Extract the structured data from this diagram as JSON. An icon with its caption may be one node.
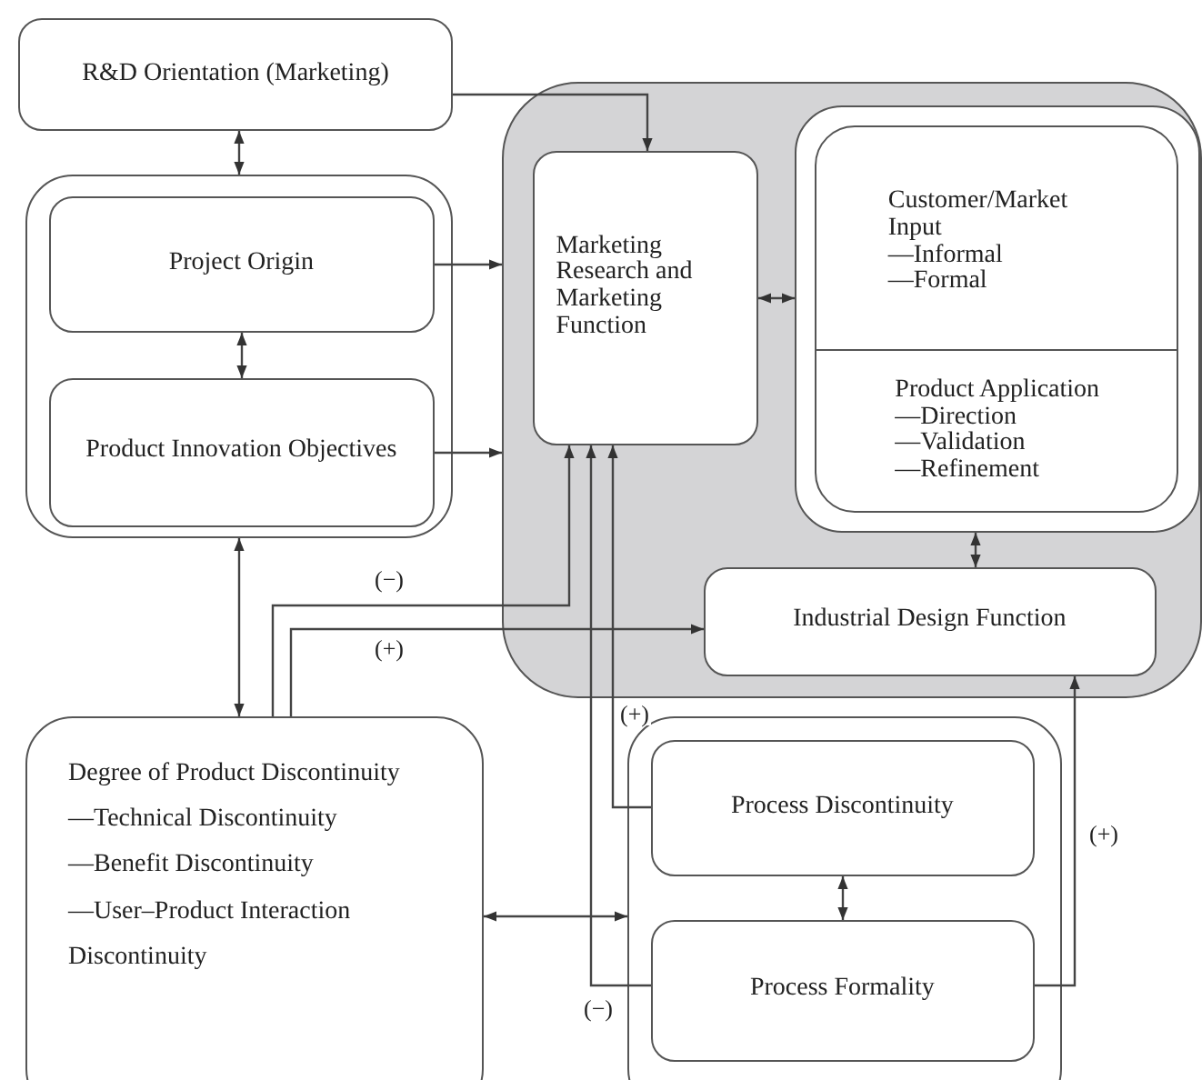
{
  "diagram": {
    "nodes": [
      {
        "text": [
          "R&D Orientation (Marketing)"
        ]
      },
      {
        "text": [],
        "shape": "box"
      },
      {
        "text": [
          "Project Origin"
        ],
        "in": 1
      },
      {
        "text": [
          "Product Innovation Objectives"
        ],
        "in": 1
      },
      {
        "text": [],
        "shape": "box"
      },
      {
        "text": [
          "Marketing Research and Marketing Function"
        ],
        "in": 4
      },
      {
        "text": [],
        "in": 4,
        "shape": "box"
      },
      {
        "text": [
          "Customer/Market Input —Informal —Formal",
          "Product Application —Direction —Validation —Refinement"
        ],
        "in": 6
      },
      {
        "text": [
          "Industrial Design Function"
        ],
        "in": 4
      },
      {
        "text": [
          "Degree of Product Discontinuity —Technical Discontinuity —Benefit Discontinuity —User–Product Interaction Discontinuity"
        ]
      },
      {
        "text": [],
        "shape": "box"
      },
      {
        "text": [
          "Process Discontinuity"
        ],
        "in": 10
      },
      {
        "text": [
          "Process Formality"
        ],
        "in": 10
      }
    ],
    "edges": [
      {
        "from": 0,
        "to": 1,
        "arrow": "both"
      },
      {
        "from": 2,
        "to": 3,
        "arrow": "both"
      },
      {
        "from": 2,
        "to": 4,
        "arrow": "to"
      },
      {
        "from": 3,
        "to": 4,
        "arrow": "to"
      },
      {
        "from": 0,
        "to": 5,
        "arrow": "to"
      },
      {
        "from": 5,
        "to": 6,
        "arrow": "both"
      },
      {
        "from": 6,
        "to": 8,
        "arrow": "both"
      },
      {
        "from": 9,
        "to": 5,
        "arrow": "to",
        "label": "(−)"
      },
      {
        "from": 9,
        "to": 8,
        "arrow": "to",
        "label": "(+)"
      },
      {
        "from": 11,
        "to": 5,
        "arrow": "to",
        "label": "(+)"
      },
      {
        "from": 12,
        "to": 5,
        "arrow": "to",
        "label": "(−)"
      },
      {
        "from": 12,
        "to": 8,
        "arrow": "to",
        "label": "(+)"
      },
      {
        "from": 1,
        "to": 9,
        "arrow": "both"
      },
      {
        "from": 9,
        "to": 10,
        "arrow": "both"
      },
      {
        "from": 11,
        "to": 12,
        "arrow": "both"
      }
    ]
  }
}
